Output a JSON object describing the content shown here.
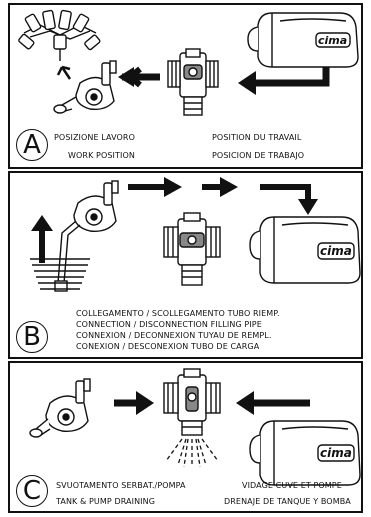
{
  "panels": {
    "a": {
      "letter": "A",
      "line1_left": "POSIZIONE LAVORO",
      "line2_left": "WORK POSITION",
      "line1_right": "POSITION DU TRAVAIL",
      "line2_right": "POSICION DE TRABAJO"
    },
    "b": {
      "letter": "B",
      "line1": "COLLEGAMENTO / SCOLLEGAMENTO   TUBO RIEMP.",
      "line2": "CONNECTION / DISCONNECTION FILLING PIPE",
      "line3": "CONNEXION / DECONNEXION TUYAU DE REMPL.",
      "line4": "CONEXION / DESCONEXION TUBO DE CARGA"
    },
    "c": {
      "letter": "C",
      "line1_left": "SVUOTAMENTO SERBAT./POMPA",
      "line2_left": "TANK & PUMP  DRAINING",
      "line1_right": "VIDAGE CUVE ET POMPE",
      "line2_right": "DRENAJE DE TANQUE Y BOMBA"
    }
  },
  "brand_logo": "cima",
  "icons": [
    "spray-nozzle-icon",
    "arrow-icon",
    "pump-icon",
    "valve-icon",
    "tank-icon",
    "suction-pipe-icon"
  ]
}
